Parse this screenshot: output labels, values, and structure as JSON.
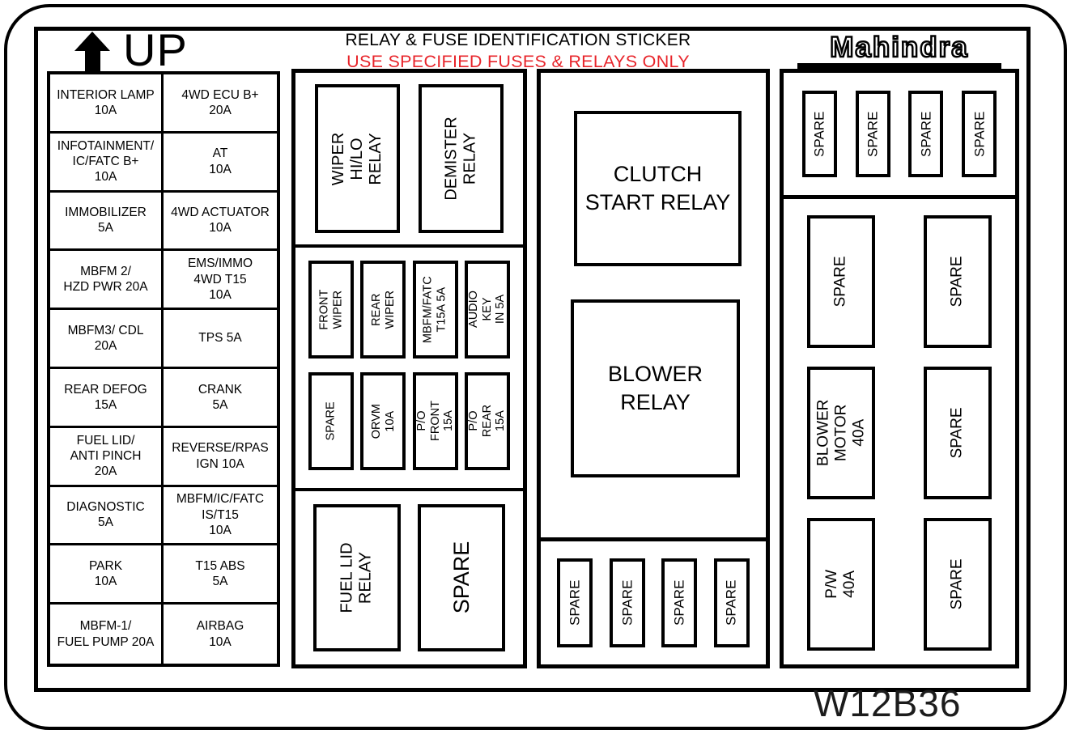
{
  "header": {
    "up_label": "UP",
    "title": "RELAY & FUSE IDENTIFICATION STICKER",
    "subtitle": "USE SPECIFIED FUSES & RELAYS ONLY",
    "subtitle_color": "#e8252b",
    "brand": "Mahindra"
  },
  "code": "W12B36",
  "fuse_table": {
    "rows": [
      {
        "left": "INTERIOR LAMP\n10A",
        "right": "4WD ECU B+\n20A"
      },
      {
        "left": "INFOTAINMENT/\nIC/FATC B+\n10A",
        "right": "AT\n10A"
      },
      {
        "left": "IMMOBILIZER\n5A",
        "right": "4WD ACTUATOR\n10A"
      },
      {
        "left": "MBFM 2/\nHZD PWR 20A",
        "right": "EMS/IMMO\n4WD T15\n10A"
      },
      {
        "left": "MBFM3/ CDL\n20A",
        "right": "TPS 5A"
      },
      {
        "left": "REAR DEFOG\n15A",
        "right": "CRANK\n5A"
      },
      {
        "left": "FUEL LID/\nANTI PINCH\n20A",
        "right": "REVERSE/RPAS\nIGN 10A"
      },
      {
        "left": "DIAGNOSTIC\n5A",
        "right": "MBFM/IC/FATC\nIS/T15\n10A"
      },
      {
        "left": "PARK\n10A",
        "right": "T15 ABS\n5A"
      },
      {
        "left": "MBFM-1/\nFUEL PUMP 20A",
        "right": "AIRBAG\n10A"
      }
    ]
  },
  "panel2": {
    "relays_top": [
      "WIPER\nHI/LO RELAY",
      "DEMISTER\nRELAY"
    ],
    "fuses": [
      [
        "FRONT\nWIPER",
        "REAR\nWIPER",
        "MBFM/FATC\nT15A  5A",
        "AUDIO KEY\nIN 5A"
      ],
      [
        "SPARE",
        "ORVM\n10A",
        "P/O FRONT\n15A",
        "P/O REAR\n15A"
      ]
    ],
    "bottom": [
      "FUEL LID\nRELAY",
      "SPARE"
    ]
  },
  "panel3": {
    "relays": [
      "CLUTCH\nSTART RELAY",
      "BLOWER\nRELAY"
    ],
    "spares": [
      "SPARE",
      "SPARE",
      "SPARE",
      "SPARE"
    ]
  },
  "panel4": {
    "top_spares": [
      "SPARE",
      "SPARE",
      "SPARE",
      "SPARE"
    ],
    "grid": [
      [
        "SPARE",
        "SPARE"
      ],
      [
        "BLOWER\nMOTOR 40A",
        "SPARE"
      ],
      [
        "P/W\n40A",
        "SPARE"
      ]
    ]
  }
}
